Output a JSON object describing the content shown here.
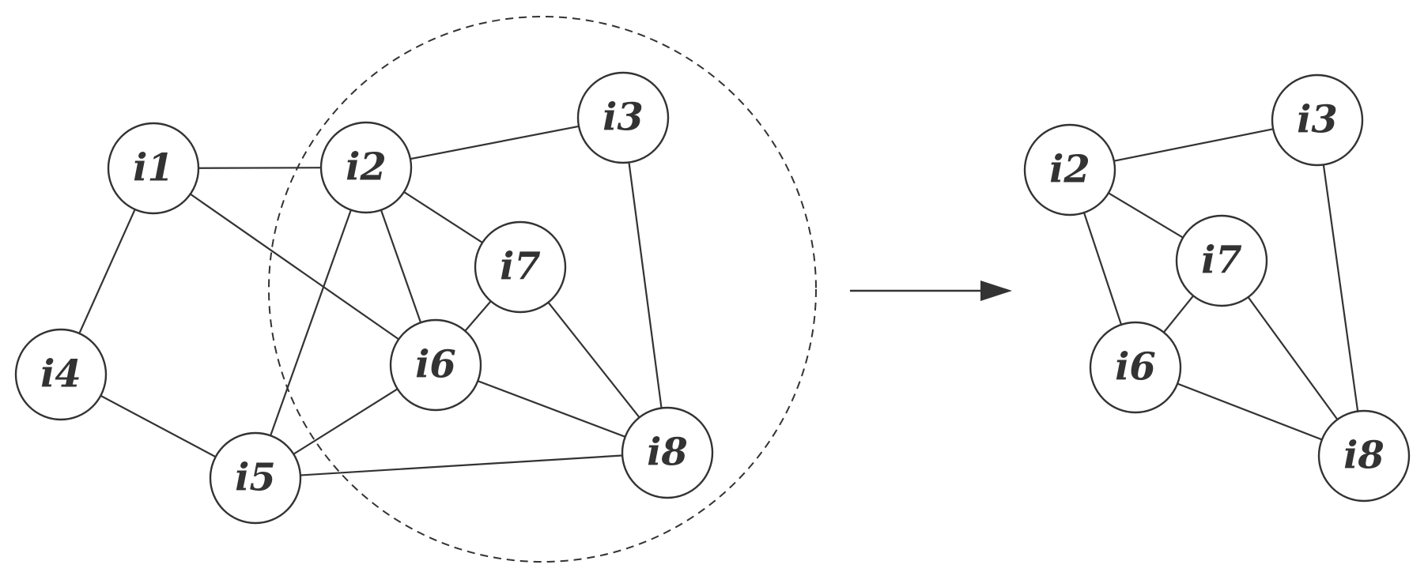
{
  "colors": {
    "stroke": "#333333",
    "node_fill": "#ffffff",
    "background": "#ffffff"
  },
  "full_graph": {
    "nodes": [
      {
        "id": "i1",
        "label": "i1"
      },
      {
        "id": "i2",
        "label": "i2"
      },
      {
        "id": "i3",
        "label": "i3"
      },
      {
        "id": "i4",
        "label": "i4"
      },
      {
        "id": "i5",
        "label": "i5"
      },
      {
        "id": "i6",
        "label": "i6"
      },
      {
        "id": "i7",
        "label": "i7"
      },
      {
        "id": "i8",
        "label": "i8"
      }
    ],
    "edges": [
      [
        "i1",
        "i2"
      ],
      [
        "i1",
        "i4"
      ],
      [
        "i1",
        "i6"
      ],
      [
        "i4",
        "i5"
      ],
      [
        "i2",
        "i3"
      ],
      [
        "i2",
        "i7"
      ],
      [
        "i2",
        "i6"
      ],
      [
        "i2",
        "i5"
      ],
      [
        "i3",
        "i8"
      ],
      [
        "i7",
        "i6"
      ],
      [
        "i7",
        "i8"
      ],
      [
        "i6",
        "i5"
      ],
      [
        "i6",
        "i8"
      ],
      [
        "i5",
        "i8"
      ]
    ],
    "highlighted_region": [
      "i2",
      "i3",
      "i6",
      "i7",
      "i8"
    ]
  },
  "subgraph": {
    "nodes": [
      {
        "id": "i2",
        "label": "i2"
      },
      {
        "id": "i3",
        "label": "i3"
      },
      {
        "id": "i7",
        "label": "i7"
      },
      {
        "id": "i6",
        "label": "i6"
      },
      {
        "id": "i8",
        "label": "i8"
      }
    ],
    "edges": [
      [
        "i2",
        "i3"
      ],
      [
        "i2",
        "i7"
      ],
      [
        "i2",
        "i6"
      ],
      [
        "i3",
        "i8"
      ],
      [
        "i7",
        "i6"
      ],
      [
        "i7",
        "i8"
      ],
      [
        "i6",
        "i8"
      ]
    ]
  }
}
